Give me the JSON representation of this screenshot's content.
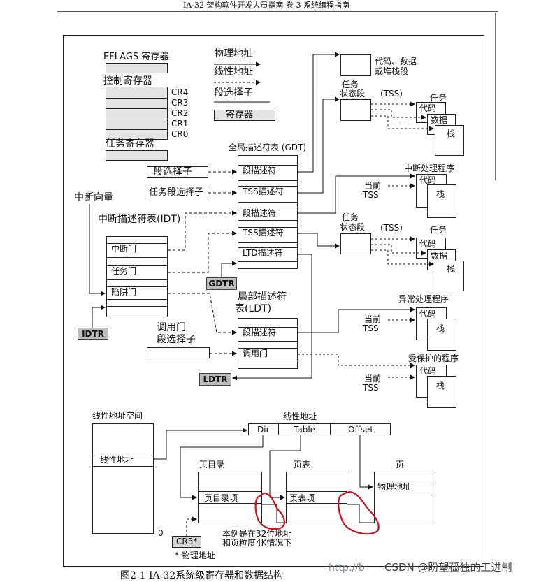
{
  "header": {
    "title": "IA-32 架构软件开发人员指南  卷 3 系统编程指南"
  },
  "legend": {
    "eflags": "EFLAGS 寄存器",
    "control_regs": "控制寄存器",
    "cr_labels": [
      "CR4",
      "CR3",
      "CR2",
      "CR1",
      "CR0"
    ],
    "task_reg": "任务寄存器",
    "physical": "物理地址",
    "linear": "线性地址",
    "selector": "段选择子",
    "register": "寄存器"
  },
  "gdt": {
    "title": "全局描述符表 (GDT)",
    "entries": [
      "段描述符",
      "TSS描述符",
      "段描述符",
      "TSS描述符",
      "LTD描述符"
    ],
    "register": "GDTR"
  },
  "selectors": {
    "seg": "段选择子",
    "task_seg": "任务段选择子"
  },
  "idt": {
    "vector": "中断向量",
    "title": "中断描述符表(IDT)",
    "entries": [
      "中断门",
      "任务门",
      "陷阱门"
    ],
    "register": "IDTR"
  },
  "ldt": {
    "title_line1": "局部描述符",
    "title_line2": "表(LDT)",
    "entries": [
      "段描述符",
      "调用门"
    ],
    "register": "LDTR",
    "call_gate": "调用门",
    "call_sel": "段选择子"
  },
  "right": {
    "code_data_stack_l1": "代码、数据",
    "code_data_stack_l2": "或堆栈段",
    "task_state_l1": "任务",
    "task_state_l2": "状态段",
    "tss": "(TSS)",
    "task": "任务",
    "code": "代码",
    "data": "数据",
    "stack": "栈",
    "int_handler": "中断处理程序",
    "current_l1": "当前",
    "current_l2": "TSS",
    "exc_handler": "异常处理程序",
    "protected": "受保护的程序"
  },
  "paging": {
    "linear_space": "线性地址空间",
    "linear_addr": "线性地址",
    "linear_addr_label": "线性地址",
    "dir": "Dir",
    "table": "Table",
    "offset": "Offset",
    "page_dir": "页目录",
    "page_table": "页表",
    "page": "页",
    "pde": "页目录项",
    "pte": "页表项",
    "phys": "物理地址",
    "note_l1": "本例是在32位地址",
    "note_l2": "和页粒度4K情况下",
    "cr3": "CR3*",
    "footnote": "* 物理地址",
    "zero": "0"
  },
  "caption": "图2-1 IA-32系统级寄存器和数据结构",
  "watermark": {
    "url": "http://b",
    "brand": "CSDN @盼望孤独的工进制"
  }
}
